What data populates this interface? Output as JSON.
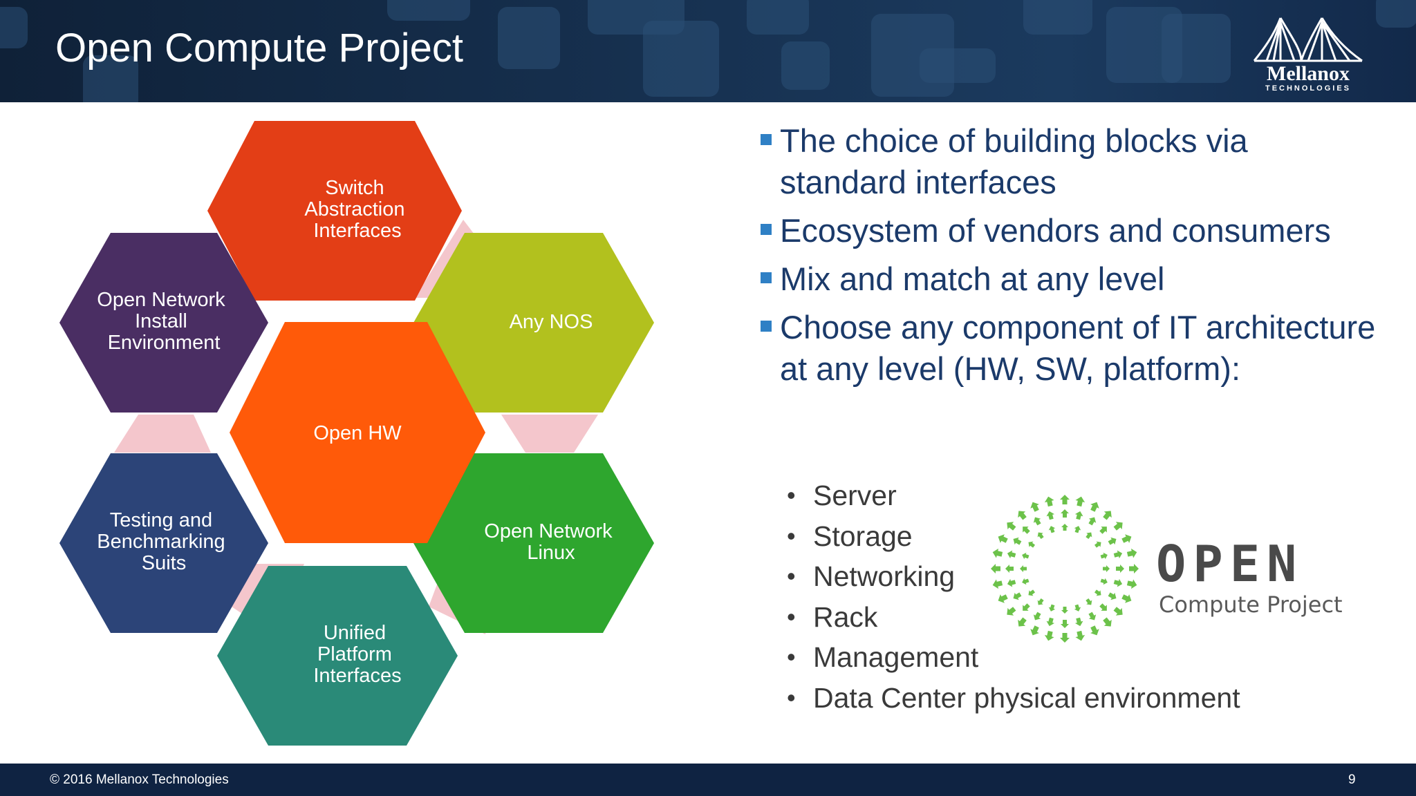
{
  "slide": {
    "title": "Open Compute Project",
    "logo": {
      "word": "Mellanox",
      "sub": "TECHNOLOGIES"
    }
  },
  "diagram": {
    "center": {
      "label": "Open HW",
      "color": "#ff5a09"
    },
    "hexagons": [
      {
        "id": "sai",
        "label": [
          "Switch",
          "Abstraction",
          "Interfaces"
        ],
        "color": "#e33e16"
      },
      {
        "id": "nos",
        "label": [
          "Any NOS"
        ],
        "color": "#b2c11e"
      },
      {
        "id": "onl",
        "label": [
          "Open Network",
          "Linux"
        ],
        "color": "#2ea62e"
      },
      {
        "id": "upi",
        "label": [
          "Unified",
          "Platform",
          "Interfaces"
        ],
        "color": "#2a8a78"
      },
      {
        "id": "tbs",
        "label": [
          "Testing and",
          "Benchmarking",
          "Suits"
        ],
        "color": "#2c4478"
      },
      {
        "id": "onie",
        "label": [
          "Open Network",
          "Install",
          "Environment"
        ],
        "color": "#4a2e63"
      }
    ],
    "connector_color": "#f4c6cc"
  },
  "bullets": [
    "The choice of building blocks via standard interfaces",
    "Ecosystem of vendors and consumers",
    "Mix and match at any level",
    "Choose any component of IT architecture at any level (HW, SW, platform):"
  ],
  "sub_bullets": [
    "Server",
    "Storage",
    "Networking",
    "Rack",
    "Management",
    "Data Center physical environment"
  ],
  "ocp_logo": {
    "word": "OPEN",
    "sub": "Compute Project"
  },
  "footer": {
    "copyright": "© 2016 Mellanox Technologies",
    "page": "9"
  }
}
